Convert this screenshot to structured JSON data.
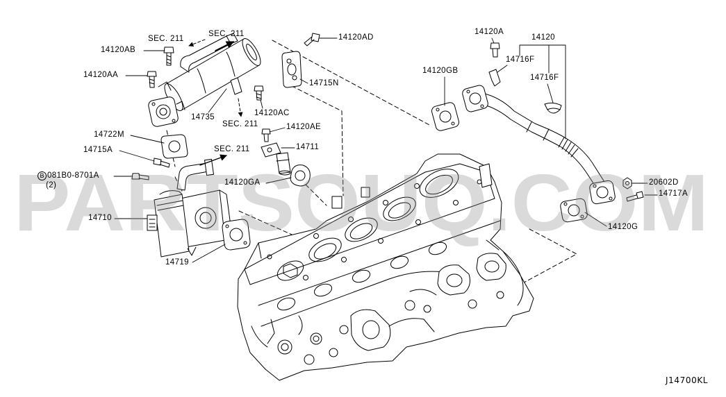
{
  "watermark": "PARTSOUQ.COM",
  "diagram_code": "J14700KL",
  "section_refs": {
    "cooler_inlet": "SEC. 211",
    "cooler_outlet": "SEC. 211",
    "cooler_water": "SEC. 211",
    "valve_pipe": "SEC. 211"
  },
  "callouts": {
    "bolt_cooler_top": "14120AB",
    "bolt_cooler_side": "14120AA",
    "cooler": "14735",
    "bolt_cooler_bracket": "14120AC",
    "bolt_plate": "14120AD",
    "gasket_plate": "14715N",
    "bolt_sensor": "14120AE",
    "sensor": "14711",
    "gasket_cooler": "14722M",
    "bolt_valve": "14715A",
    "std_bolt_mark": "B",
    "std_bolt": "081B0-8701A",
    "std_bolt_qty": "(2)",
    "gasket_sensor": "14120GA",
    "egr_valve": "14710",
    "gasket_valve": "14719",
    "bolt_tube": "14120A",
    "egr_tube": "14120",
    "clamp_upper": "14716F",
    "gasket_tube_upper": "14120GB",
    "clamp_lower": "14716F",
    "nut_tube": "20602D",
    "bolt_tube_lower": "14717A",
    "gasket_tube_lower": "14120G"
  }
}
